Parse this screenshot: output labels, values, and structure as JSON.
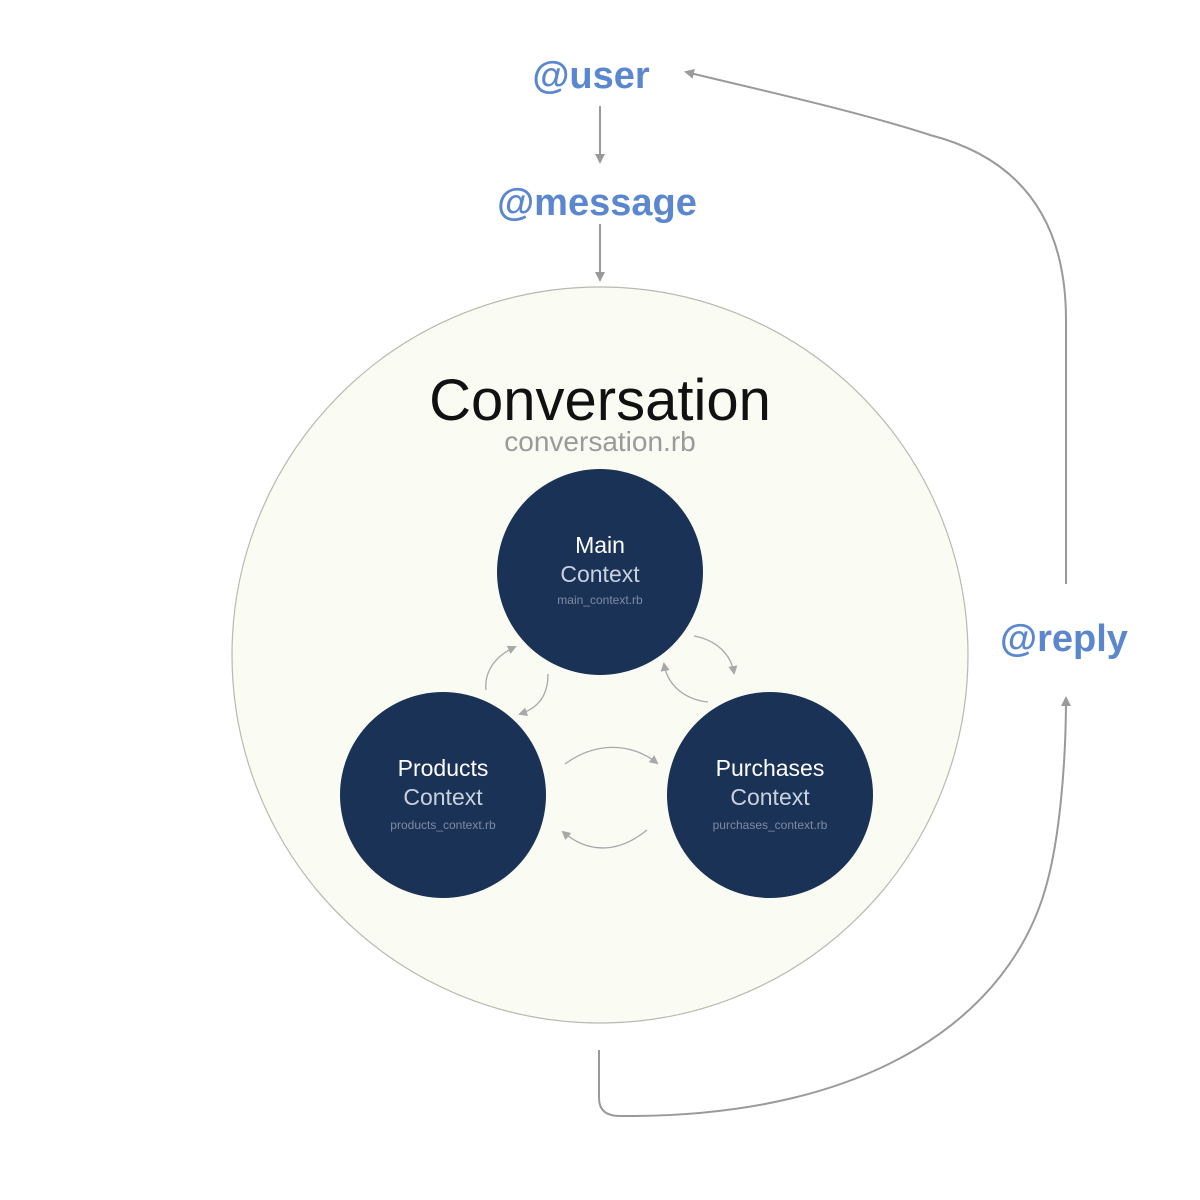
{
  "labels": {
    "user": "@user",
    "message": "@message",
    "reply": "@reply"
  },
  "conversation": {
    "title": "Conversation",
    "file": "conversation.rb"
  },
  "contexts": {
    "main": {
      "name": "Main",
      "sub": "Context",
      "file": "main_context.rb"
    },
    "products": {
      "name": "Products",
      "sub": "Context",
      "file": "products_context.rb"
    },
    "purchases": {
      "name": "Purchases",
      "sub": "Context",
      "file": "purchases_context.rb"
    }
  },
  "colors": {
    "variable_label": "#5b87cf",
    "context_fill": "#1b3257",
    "conversation_fill": "#fafbf3",
    "arrow": "#9a9a9a"
  }
}
